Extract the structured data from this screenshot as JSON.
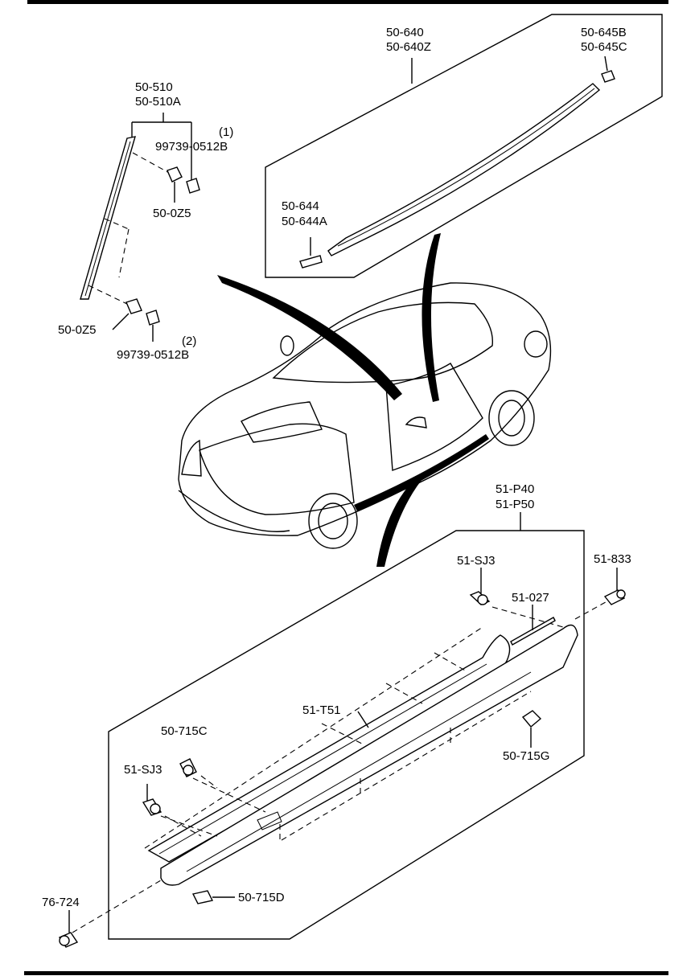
{
  "labels": {
    "p50_640": "50-640",
    "p50_640z": "50-640Z",
    "p50_645b": "50-645B",
    "p50_645c": "50-645C",
    "p50_510": "50-510",
    "p50_510a": "50-510A",
    "p99739_1_num": "(1)",
    "p99739_1": "99739-0512B",
    "p50_0z5_a": "50-0Z5",
    "p50_644": "50-644",
    "p50_644a": "50-644A",
    "p50_0z5_b": "50-0Z5",
    "p99739_2_num": "(2)",
    "p99739_2": "99739-0512B",
    "p51_p40": "51-P40",
    "p51_p50": "51-P50",
    "p51_sj3_a": "51-SJ3",
    "p51_833": "51-833",
    "p51_027": "51-027",
    "p51_t51": "51-T51",
    "p50_715c": "50-715C",
    "p51_sj3_b": "51-SJ3",
    "p50_715g": "50-715G",
    "p76_724": "76-724",
    "p50_715d": "50-715D"
  }
}
